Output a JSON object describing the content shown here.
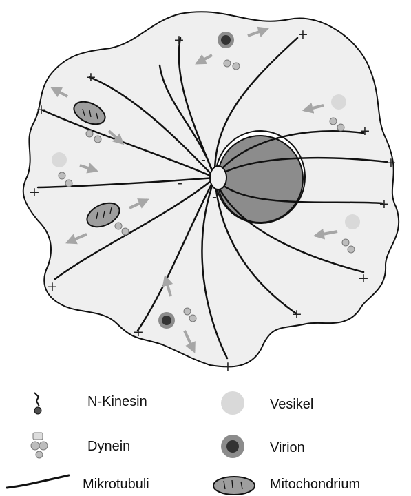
{
  "diagram": {
    "plus_sign": "+",
    "minus_sign": "-",
    "colors": {
      "cell_fill": "#efefef",
      "outline": "#111111",
      "nucleus": "#8c8c8c",
      "organelle": "#9e9e9e",
      "vesicle": "#d9d9d9",
      "arrow": "#a6a6a6",
      "motor_dark": "#505050"
    }
  },
  "legend": {
    "kinesin": "N-Kinesin",
    "dynein": "Dynein",
    "microtubule": "Mikrotubuli",
    "vesicle": "Vesikel",
    "virion": "Virion",
    "mitochondrion": "Mitochondrium"
  }
}
